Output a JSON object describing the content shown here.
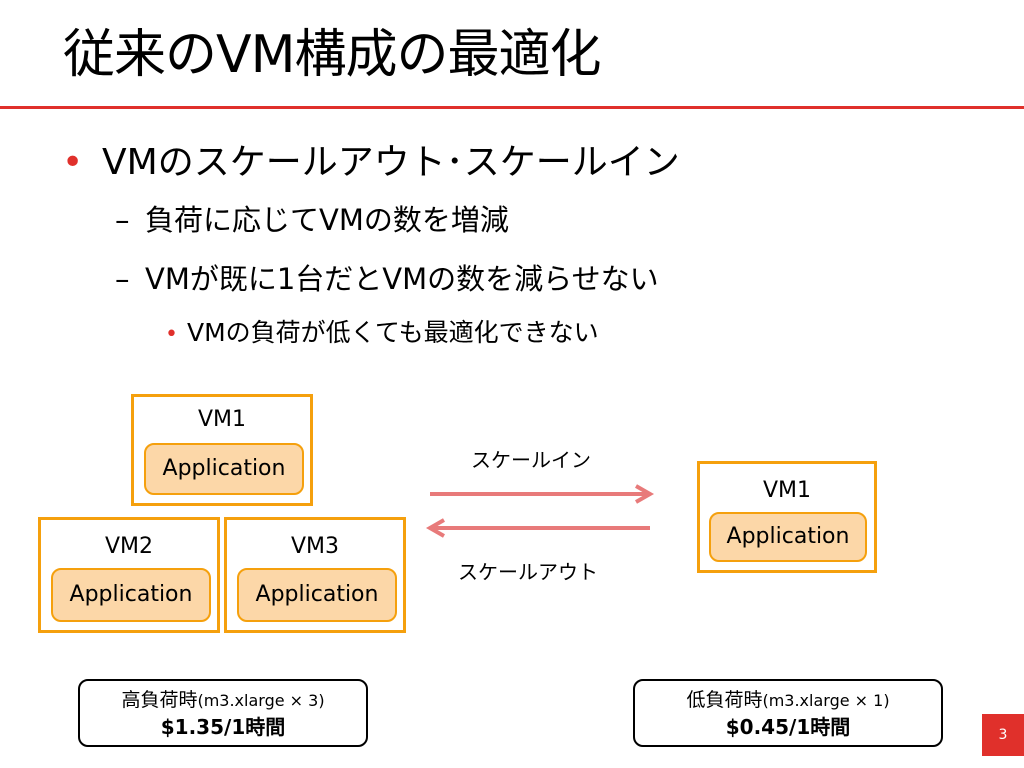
{
  "slide": {
    "title": "従来のVM構成の最適化",
    "accent_color": "#e0302b",
    "vm_border_color": "#f5a00d",
    "app_fill_color": "#fcd7a8",
    "arrow_color": "#e87a7a",
    "page_number": "3"
  },
  "bullets": [
    {
      "marker": "•",
      "text": "VMのスケールアウト･スケールイン"
    },
    {
      "marker": "–",
      "text": "負荷に応じてVMの数を増減"
    },
    {
      "marker": "–",
      "text": "VMが既に1台だとVMの数を減らせない"
    },
    {
      "marker": "•",
      "text": "VMの負荷が低くても最適化できない"
    }
  ],
  "diagram": {
    "left_group": [
      {
        "vm": "VM1",
        "app": "Application"
      },
      {
        "vm": "VM2",
        "app": "Application"
      },
      {
        "vm": "VM3",
        "app": "Application"
      }
    ],
    "right_group": [
      {
        "vm": "VM1",
        "app": "Application"
      }
    ],
    "scale_in_label": "スケールイン",
    "scale_out_label": "スケールアウト"
  },
  "pricing": {
    "high": {
      "label": "高負荷時",
      "spec": "(m3.xlarge × 3)",
      "price": "$1.35/1時間"
    },
    "low": {
      "label": "低負荷時",
      "spec": "(m3.xlarge × 1)",
      "price": "$0.45/1時間"
    }
  }
}
